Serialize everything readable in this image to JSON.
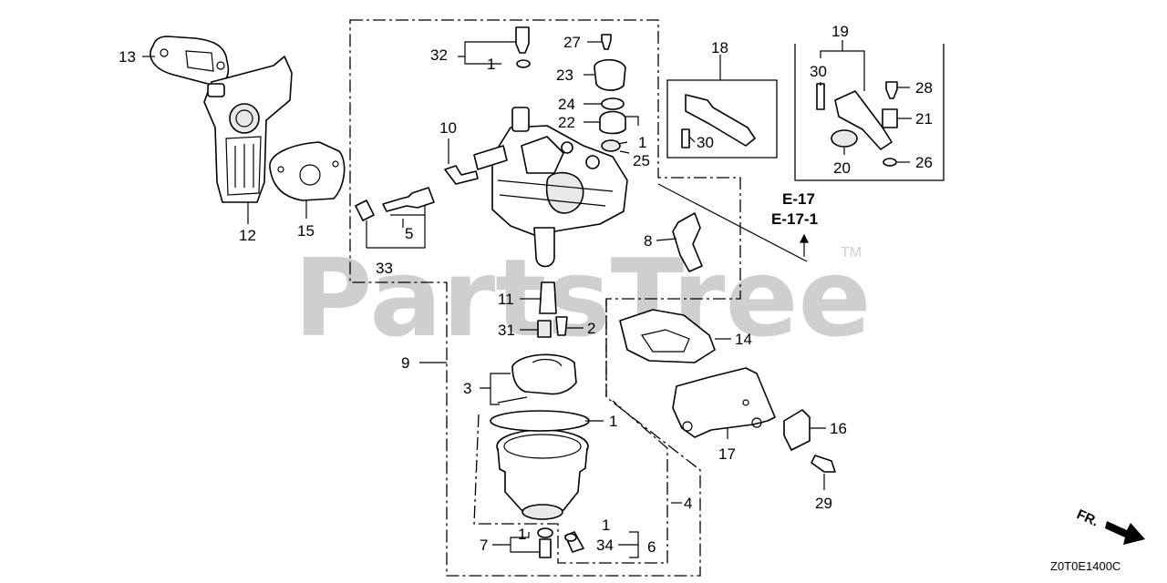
{
  "watermark": {
    "text": "PartsTree",
    "trademark": "TM"
  },
  "diagram_code": "Z0T0E1400C",
  "direction_label": "FR.",
  "reference": {
    "line1": "E-17",
    "line2": "E-17-1"
  },
  "callouts": {
    "c1a": "1",
    "c1b": "1",
    "c1c": "1",
    "c1d": "1",
    "c1e": "1",
    "c2": "2",
    "c3": "3",
    "c4": "4",
    "c5": "5",
    "c6": "6",
    "c7": "7",
    "c8": "8",
    "c9": "9",
    "c10": "10",
    "c11": "11",
    "c12": "12",
    "c13": "13",
    "c14": "14",
    "c15": "15",
    "c16": "16",
    "c17": "17",
    "c18": "18",
    "c19": "19",
    "c20": "20",
    "c21": "21",
    "c22": "22",
    "c23": "23",
    "c24": "24",
    "c25": "25",
    "c26": "26",
    "c27": "27",
    "c28": "28",
    "c29": "29",
    "c30a": "30",
    "c30b": "30",
    "c31": "31",
    "c32": "32",
    "c33": "33",
    "c34": "34"
  }
}
